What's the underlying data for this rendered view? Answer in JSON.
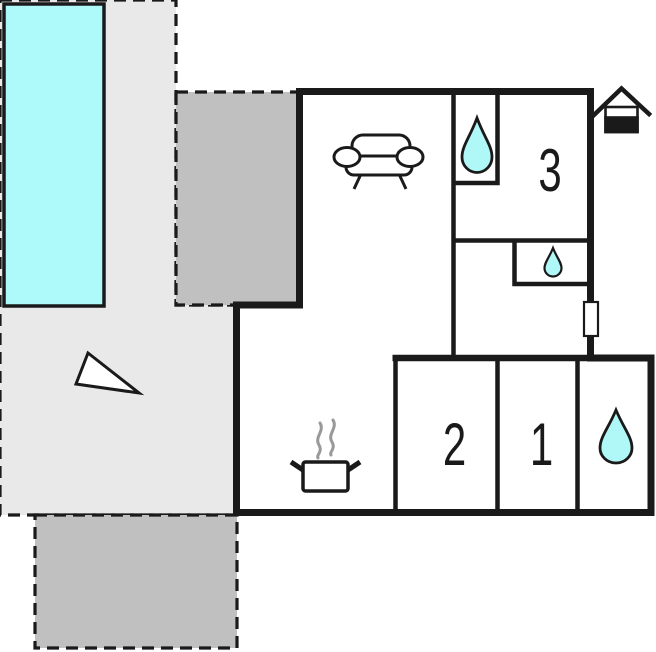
{
  "plan": {
    "type": "floor-plan",
    "rooms": {
      "bedroom3": {
        "label": "3"
      },
      "bedroom2": {
        "label": "2"
      },
      "bedroom1": {
        "label": "1"
      }
    },
    "icons": {
      "living_room": "sofa-icon",
      "kitchen": "cooking-pot-icon",
      "kitchen_steam": "steam-icon",
      "bathroom_top": "water-drop-icon",
      "washroom_small": "water-drop-icon",
      "bathroom_bottom": "water-drop-icon",
      "entrance_marker": "house-icon",
      "orientation": "north-arrow-icon"
    },
    "features": [
      "swimming-pool",
      "pool-patio",
      "upper-terrace",
      "lower-terrace",
      "entrance-door"
    ]
  },
  "colors": {
    "pool": "#aefafa",
    "water": "#b0f8f8",
    "patio": "#e9e9e9",
    "terrace": "#c0c0c0",
    "wall": "#1a1a1a",
    "steam": "#999999",
    "white": "#ffffff"
  }
}
